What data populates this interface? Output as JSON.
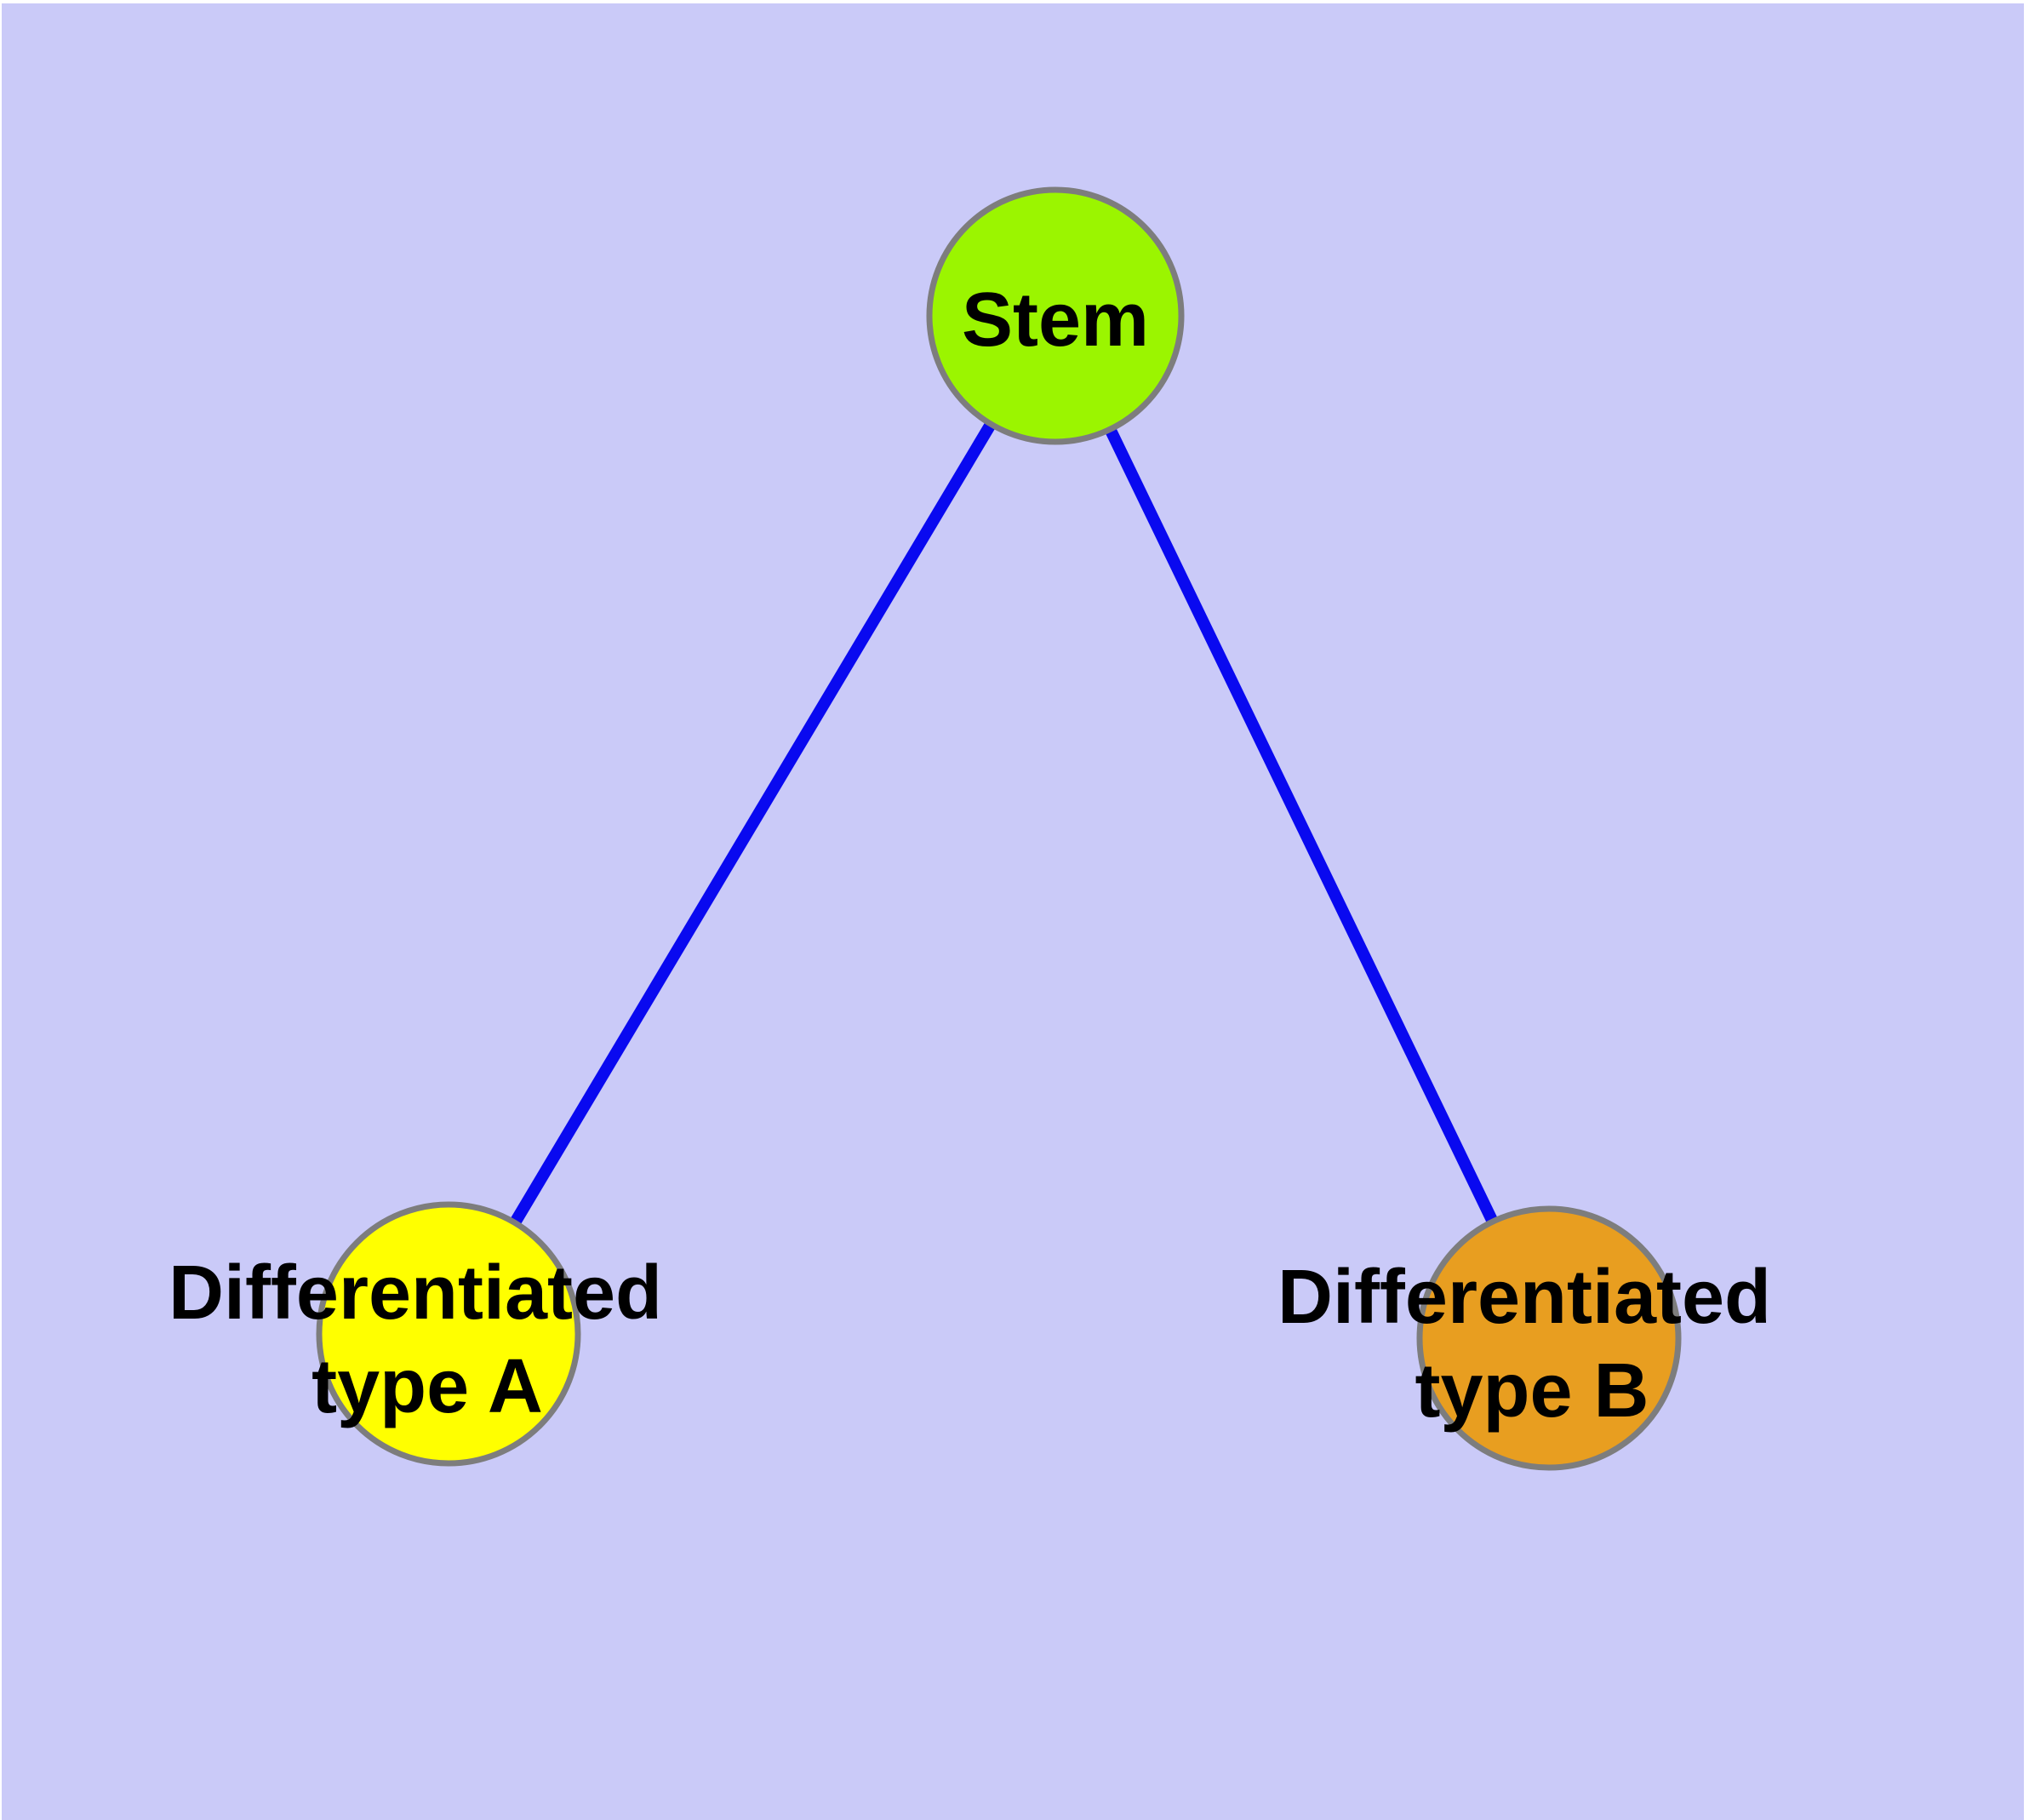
{
  "diagram": {
    "background_color": "#CACAF8",
    "frame_color": "#FFFFFF",
    "edge_color": "#0909F0",
    "node_border_color": "#7D7D7D",
    "label_color": "#000000",
    "nodes": [
      {
        "id": "stem",
        "label": "Stem",
        "line1": "Stem",
        "line2": "",
        "fill": "#9BF500"
      },
      {
        "id": "type-a",
        "label": "Differentiated type A",
        "line1": "Differentiated",
        "line2": "type A",
        "fill": "#FFFF00"
      },
      {
        "id": "type-b",
        "label": "Differentiated type B",
        "line1": "Differentiated",
        "line2": "type B",
        "fill": "#E89E20"
      }
    ],
    "edges": [
      {
        "from": "Stem",
        "to": "Differentiated type A"
      },
      {
        "from": "Stem",
        "to": "Differentiated type B"
      }
    ]
  }
}
